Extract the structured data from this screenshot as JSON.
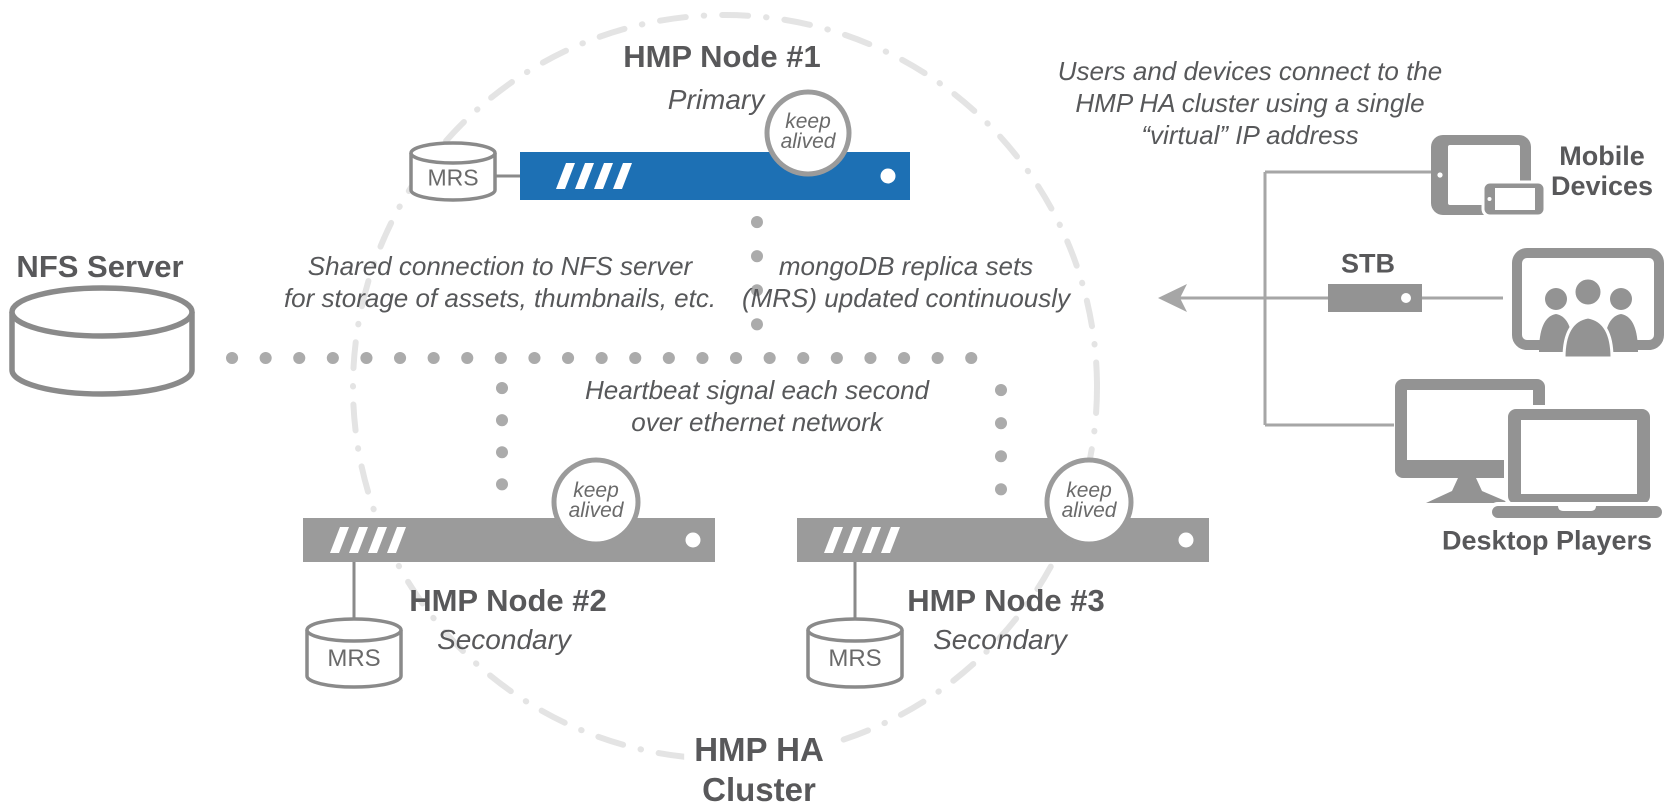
{
  "nodes": [
    {
      "title": "HMP Node #1",
      "role": "Primary",
      "mrs": "MRS",
      "keep_line1": "keep",
      "keep_line2": "alived"
    },
    {
      "title": "HMP Node #2",
      "role": "Secondary",
      "mrs": "MRS",
      "keep_line1": "keep",
      "keep_line2": "alived"
    },
    {
      "title": "HMP Node #3",
      "role": "Secondary",
      "mrs": "MRS",
      "keep_line1": "keep",
      "keep_line2": "alived"
    }
  ],
  "nfs_label": "NFS Server",
  "cluster": {
    "line1": "HMP HA",
    "line2": "Cluster"
  },
  "annotations": {
    "nfs_shared": {
      "line1": "Shared connection to NFS server",
      "line2": "for storage of assets, thumbnails, etc."
    },
    "mongo": {
      "line1": "mongoDB replica sets",
      "line2": "(MRS) updated continuously"
    },
    "heartbeat": {
      "line1": "Heartbeat signal each second",
      "line2": "over ethernet network"
    },
    "virtual_ip": {
      "line1": "Users and devices connect to the",
      "line2": "HMP HA cluster using a single",
      "line3": "“virtual” IP address"
    }
  },
  "clients": {
    "mobile": {
      "line1": "Mobile",
      "line2": "Devices"
    },
    "stb_label": "STB",
    "desktop_label": "Desktop Players"
  },
  "colors": {
    "primary_blue": "#1d70b4",
    "bar_gray": "#9b9b9b",
    "icon_gray": "#939393",
    "text_gray": "#58585a",
    "dot_gray": "#ababab",
    "dash_circle": "#e4e4e4",
    "outline_gray": "#8a8a8a",
    "connector_gray": "#a6a6a6"
  }
}
